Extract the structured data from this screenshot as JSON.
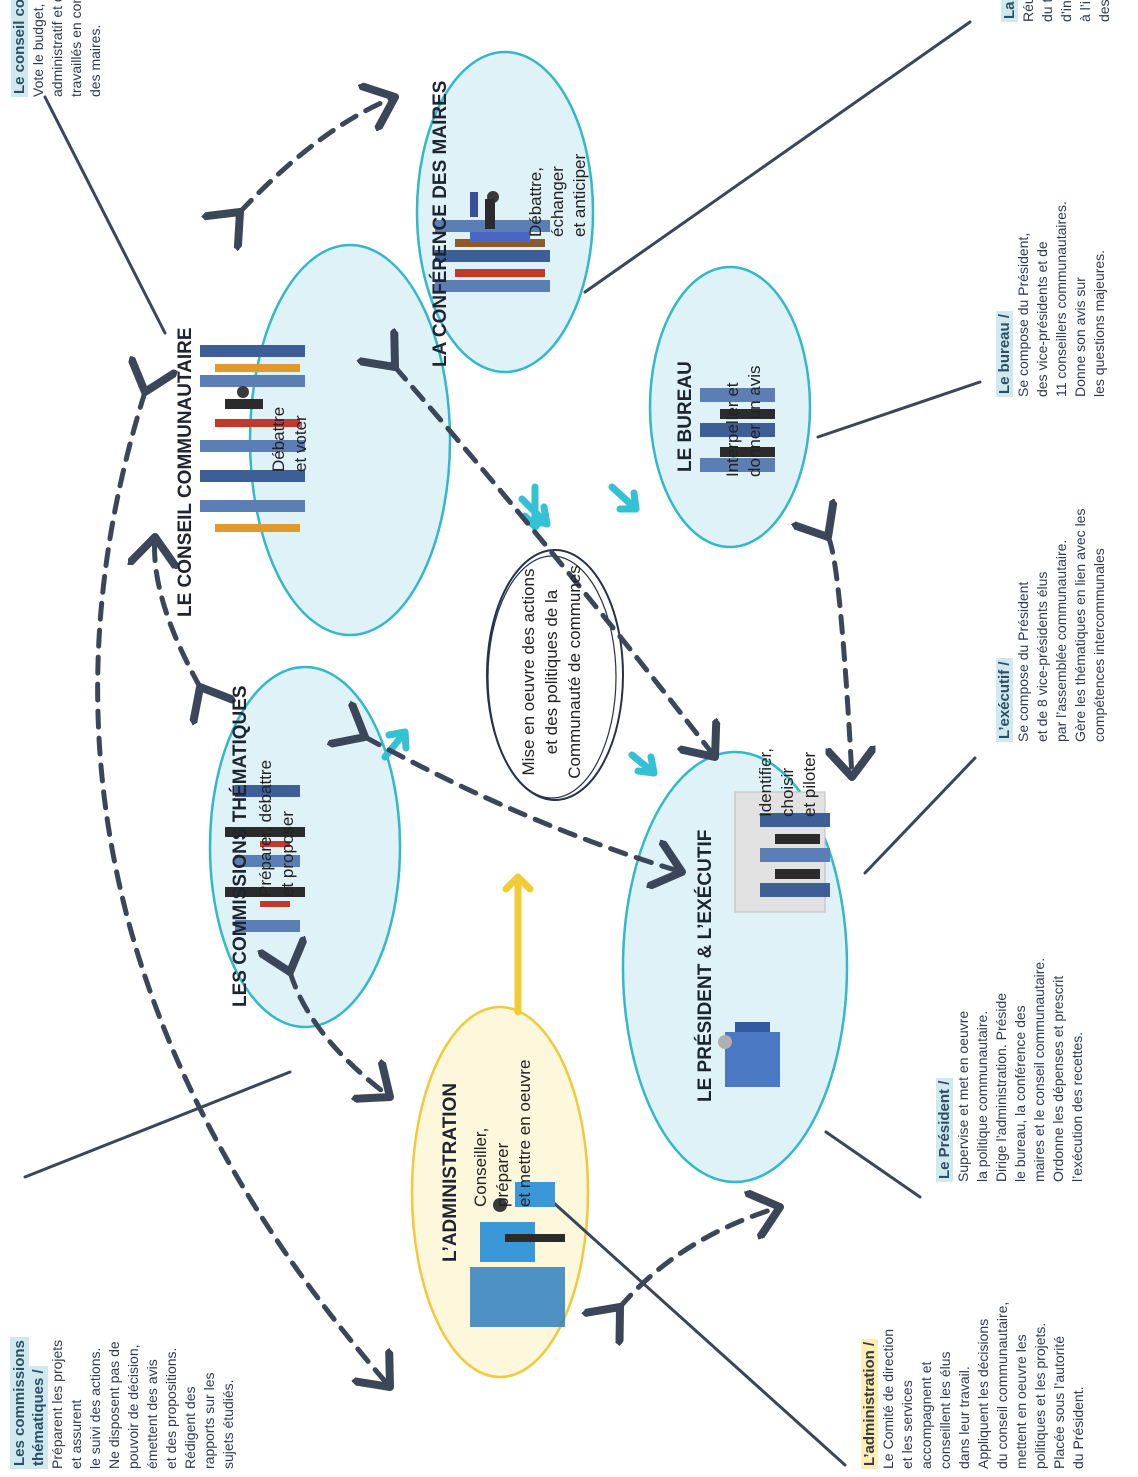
{
  "colors": {
    "blue_fill": "#dff2f8",
    "blue_stroke": "#32b8c8",
    "yellow_fill": "#fdf7dc",
    "yellow_stroke": "#f1c93a",
    "dark_arrow": "#3b4659",
    "teal_arrow": "#34c1d3",
    "yellow_arrow": "#f2cc35"
  },
  "center": {
    "lines": [
      "Mise en oeuvre des actions",
      "et des politiques de la",
      "Communauté de communes"
    ]
  },
  "nodes": {
    "conseil": {
      "title": "LE CONSEIL COMMUNAUTAIRE",
      "verb": [
        "Débattre",
        "et voter"
      ]
    },
    "conference": {
      "title": "LA CONFÉRENCE DES MAIRES",
      "verb": [
        "Débattre,",
        "échanger",
        "et anticiper"
      ]
    },
    "bureau": {
      "title": "LE BUREAU",
      "verb": [
        "Interpeller et",
        "donner un avis"
      ]
    },
    "commissions": {
      "title": "LES COMMISSIONS THÉMATIQUES",
      "verb": [
        "Préparer, débattre",
        "et proposer"
      ]
    },
    "president": {
      "title": "LE PRÉSIDENT & L’EXÉCUTIF",
      "verb": [
        "Identifier,",
        "choisir",
        "et piloter"
      ]
    },
    "administration": {
      "title": "L’ADMINISTRATION",
      "verb": [
        "Conseiller,",
        "préparer",
        "et mettre en oeuvre"
      ]
    }
  },
  "captions": {
    "conseil": {
      "heading": "Le conseil communautaire /",
      "lines": [
        "Vote le budget, approuve le compte",
        "administratif et délibère sur les sujets",
        "travaillés en commission ou en conférence",
        "des maires."
      ]
    },
    "conference": {
      "heading": "La c",
      "lines": [
        "Réu",
        "du t",
        "d’in",
        "à l’i",
        "des"
      ]
    },
    "bureau": {
      "heading": "Le bureau /",
      "lines": [
        "Se compose du Président,",
        "des vice-présidents et de",
        "11 conseillers communautaires.",
        "Donne son avis sur",
        "les questions majeures."
      ]
    },
    "executif": {
      "heading": "L’exécutif /",
      "lines": [
        "Se compose du Président",
        "et de 8 vice-présidents élus",
        "par l’assemblée communautaire.",
        "Gère les thématiques en lien avec les",
        "compétences intercommunales"
      ]
    },
    "president": {
      "heading": "Le Président /",
      "lines": [
        "Supervise et met en oeuvre",
        "la politique communautaire.",
        "Dirige l’administration. Préside",
        "le bureau, la conférence des",
        "maires et le conseil communautaire.",
        "Ordonne les dépenses et prescrit",
        "l’exécution des recettes."
      ]
    },
    "administration": {
      "heading": "L’administration /",
      "lines": [
        "Le Comité de direction",
        "et les services",
        "accompagnent et",
        "conseillent les élus",
        "dans leur travail.",
        "Appliquent les décisions",
        "du conseil communautaire,",
        "mettent en oeuvre les",
        "politiques et les projets.",
        "Placée sous l’autorité",
        "du Président."
      ]
    },
    "commissions": {
      "heading_1": "Les commissions",
      "heading_2": "thématiques /",
      "lines": [
        "Préparent les projets",
        "et assurent",
        "le suivi des actions.",
        "Ne disposent pas de",
        "pouvoir de décision,",
        "émettent des avis",
        "et des propositions.",
        "Rédigent des",
        "rapports sur les",
        "sujets étudiés."
      ]
    }
  }
}
